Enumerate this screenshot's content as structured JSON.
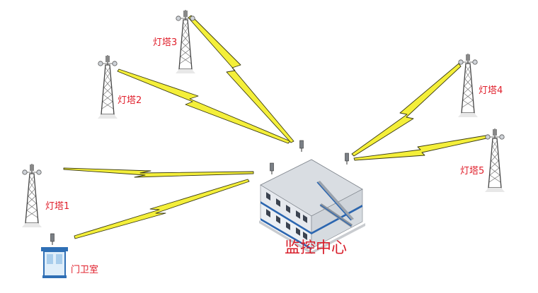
{
  "center": {
    "label": "监控中心"
  },
  "towers": [
    {
      "id": "tower-1",
      "label": "灯塔1"
    },
    {
      "id": "tower-2",
      "label": "灯塔2"
    },
    {
      "id": "tower-3",
      "label": "灯塔3"
    },
    {
      "id": "tower-4",
      "label": "灯塔4"
    },
    {
      "id": "tower-5",
      "label": "灯塔5"
    }
  ],
  "gatehouse": {
    "label": "门卫室"
  },
  "colors": {
    "label": "#e0202c",
    "bolt": "#f4ef3a",
    "tower": "#555555"
  }
}
